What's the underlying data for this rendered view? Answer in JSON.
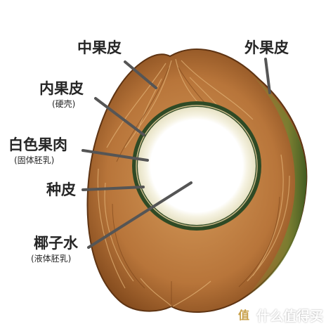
{
  "labels": {
    "mesocarp": "中果皮",
    "exocarp": "外果皮",
    "endocarp": "内果皮",
    "endocarp_note": "(硬壳)",
    "white_flesh": "白色果肉",
    "white_flesh_note": "(固体胚乳)",
    "seed_coat": "种皮",
    "coconut_water": "椰子水",
    "coconut_water_note": "(液体胚乳)"
  },
  "watermark": {
    "icon": "值",
    "text": "什么值得买"
  },
  "colors": {
    "husk": "#b8753a",
    "husk_dark": "#7a4318",
    "husk_fiber": "#d9a566",
    "exocarp_green": "#5e7d2e",
    "shell": "#2f4a25",
    "flesh": "#f3f0dc",
    "cavity": "#ffffff",
    "leader_line": "#555555",
    "text": "#262626"
  }
}
